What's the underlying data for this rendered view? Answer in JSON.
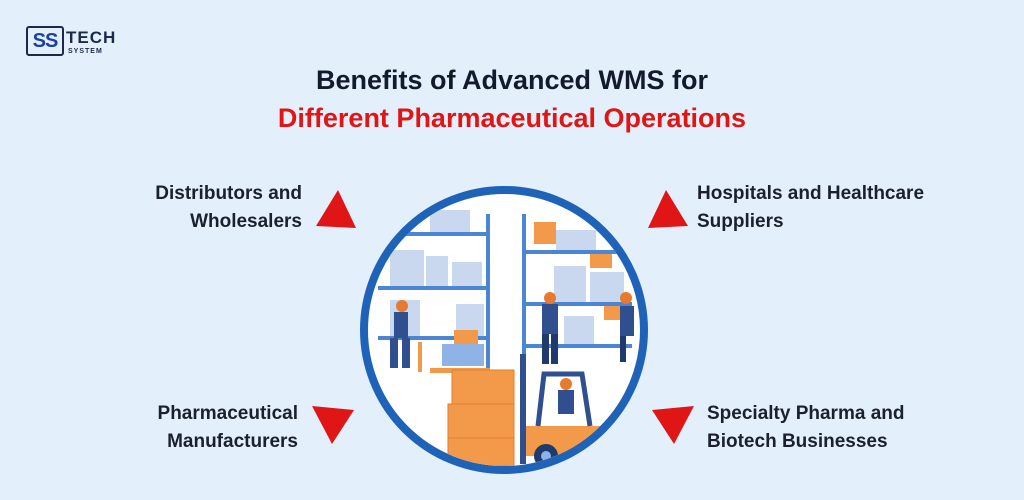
{
  "logo": {
    "mark": "SS",
    "word": "TECH",
    "sub": "SYSTEM"
  },
  "title": {
    "line1": "Benefits of Advanced WMS for",
    "line2": "Different Pharmaceutical Operations"
  },
  "labels": {
    "top_left": [
      "Distributors and",
      "Wholesalers"
    ],
    "top_right": [
      "Hospitals and Healthcare",
      "Suppliers"
    ],
    "bottom_left": [
      "Pharmaceutical",
      "Manufacturers"
    ],
    "bottom_right": [
      "Specialty Pharma and",
      "Biotech Businesses"
    ]
  },
  "colors": {
    "background": "#e3f0fb",
    "accent_red": "#e01616",
    "ring_blue": "#1e63b8",
    "box_orange": "#f39a4a",
    "shelf_blue": "#4a86d4"
  },
  "illustration": "warehouse-illustration"
}
